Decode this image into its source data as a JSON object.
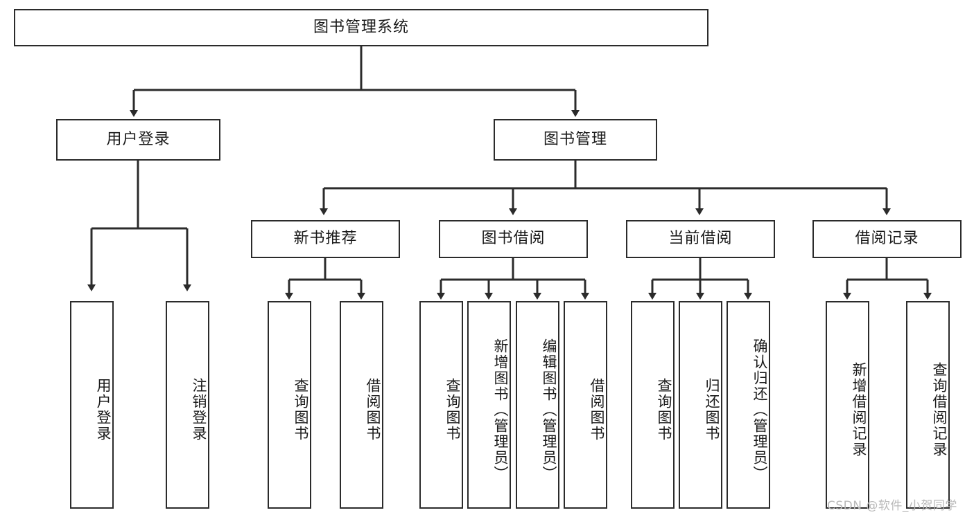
{
  "diagram": {
    "title": "图书管理系统",
    "type": "tree",
    "colors": {
      "box_border": "#2b2b2b",
      "box_fill": "#ffffff",
      "edge": "#2b2b2b",
      "text": "#1a1a1a",
      "watermark": "#b9b9b9"
    },
    "root": {
      "label": "图书管理系统"
    },
    "level1": [
      {
        "label": "用户登录"
      },
      {
        "label": "图书管理"
      }
    ],
    "level2": [
      {
        "label": "新书推荐"
      },
      {
        "label": "图书借阅"
      },
      {
        "label": "当前借阅"
      },
      {
        "label": "借阅记录"
      }
    ],
    "leaves": {
      "user_login": [
        {
          "label": "用户登录"
        },
        {
          "label": "注销登录"
        }
      ],
      "new_book_recommend": [
        {
          "label": "查询图书"
        },
        {
          "label": "借阅图书"
        }
      ],
      "book_borrow": [
        {
          "label": "查询图书"
        },
        {
          "label": "新增图书（管理员）"
        },
        {
          "label": "编辑图书（管理员）"
        },
        {
          "label": "借阅图书"
        }
      ],
      "current_borrow": [
        {
          "label": "查询图书"
        },
        {
          "label": "归还图书"
        },
        {
          "label": "确认归还（管理员）"
        }
      ],
      "borrow_record": [
        {
          "label": "新增借阅记录"
        },
        {
          "label": "查询借阅记录"
        }
      ]
    }
  },
  "watermark": {
    "text": "CSDN @软件_小贺同学"
  }
}
